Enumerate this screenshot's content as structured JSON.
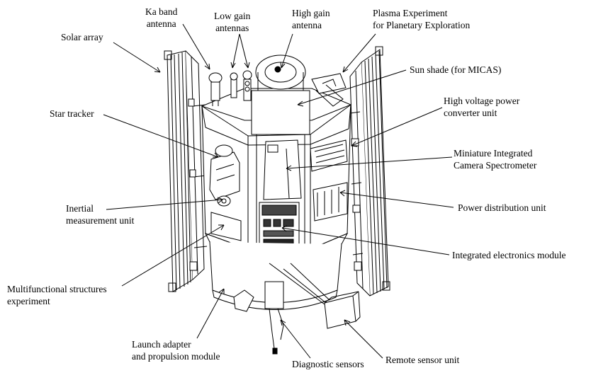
{
  "labels": {
    "ka_band": [
      "Ka band",
      "antenna"
    ],
    "low_gain": [
      "Low gain",
      "antennas"
    ],
    "high_gain": [
      "High gain",
      "antenna"
    ],
    "plasma": [
      "Plasma Experiment",
      "for Planetary Exploration"
    ],
    "solar_array": "Solar array",
    "sun_shade": "Sun shade (for MICAS)",
    "star_tracker": "Star tracker",
    "hv_power": [
      "High voltage power",
      "converter unit"
    ],
    "micas": [
      "Miniature Integrated",
      "Camera Spectrometer"
    ],
    "imu": [
      "Inertial",
      "measurement unit"
    ],
    "pdu": "Power distribution unit",
    "iem": "Integrated electronics module",
    "mse": [
      "Multifunctional structures",
      "experiment"
    ],
    "launch": [
      "Launch adapter",
      "and propulsion module"
    ],
    "diagnostic": "Diagnostic sensors",
    "rsu": "Remote sensor unit"
  },
  "colors": {
    "ink": "#000000",
    "paper": "#ffffff",
    "shade": "#d9d9d9"
  }
}
